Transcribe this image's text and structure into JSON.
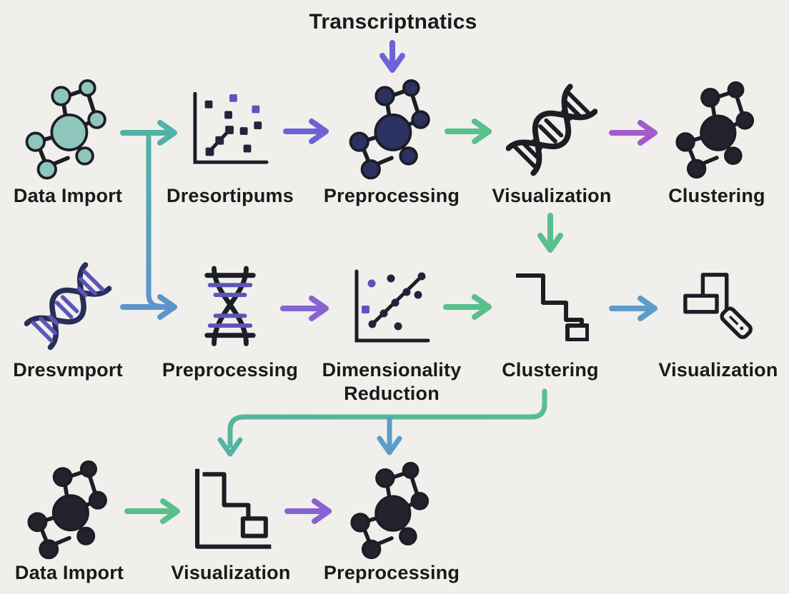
{
  "title": "Transcriptnatics",
  "colors": {
    "background": "#f0efec",
    "text": "#1a1a1a",
    "teal": "#53b1a5",
    "indigo": "#6d63d6",
    "green": "#58bf8d",
    "magenta": "#a35bc9",
    "blue": "#5d94cb",
    "steel_blue": "#5d9cc8",
    "purple": "#8763d2",
    "icon_line": "#1d1d26",
    "node_fill_teal": "#8ec6bc",
    "node_fill_navy": "#2b3160",
    "node_fill_dark": "#23232e",
    "dna_navy": "#272e58",
    "dna_rung_purple": "#5b55b8",
    "dot_dark": "#23233a",
    "dot_purple": "#5b55c0"
  },
  "rows": [
    {
      "name": "top",
      "nodes": [
        {
          "label": "Data Import",
          "icon": "molecule-network"
        },
        {
          "label": "Dresortipums",
          "icon": "scatter-plot-squares"
        },
        {
          "label": "Preprocessing",
          "icon": "molecule-network"
        },
        {
          "label": "Visualization",
          "icon": "dna-helix-diagonal"
        },
        {
          "label": "Clustering",
          "icon": "molecule-network"
        }
      ]
    },
    {
      "name": "middle",
      "nodes": [
        {
          "label": "Dresvmport",
          "icon": "dna-helix-diagonal"
        },
        {
          "label": "Preprocessing",
          "icon": "dna-helix-vertical"
        },
        {
          "label": "Dimensionality Reduction",
          "icon": "scatter-plot-line"
        },
        {
          "label": "Clustering",
          "icon": "descending-steps"
        },
        {
          "label": "Visualization",
          "icon": "frames-probe"
        }
      ]
    },
    {
      "name": "bottom",
      "nodes": [
        {
          "label": "Data Import",
          "icon": "molecule-network"
        },
        {
          "label": "Visualization",
          "icon": "step-chart-axes"
        },
        {
          "label": "Preprocessing",
          "icon": "molecule-network"
        }
      ]
    }
  ],
  "connections": [
    {
      "from": "Transcriptnatics",
      "to": "top.Preprocessing",
      "color": "indigo",
      "shape": "down-arrow"
    },
    {
      "from": "top.Data Import",
      "to": "top.Dresortipums",
      "color": "teal",
      "shape": "right-arrow"
    },
    {
      "from": "top.Data Import",
      "to": "middle.Preprocessing",
      "color": "teal-to-blue",
      "shape": "branch-curve-down"
    },
    {
      "from": "top.Dresortipums",
      "to": "top.Preprocessing",
      "color": "indigo",
      "shape": "right-arrow"
    },
    {
      "from": "top.Preprocessing",
      "to": "top.Visualization",
      "color": "green",
      "shape": "right-arrow"
    },
    {
      "from": "top.Visualization",
      "to": "top.Clustering",
      "color": "magenta",
      "shape": "right-arrow"
    },
    {
      "from": "top.Visualization",
      "to": "middle.Clustering",
      "color": "green",
      "shape": "down-arrow"
    },
    {
      "from": "middle.Dresvmport",
      "to": "middle.Preprocessing",
      "color": "blue",
      "shape": "right-arrow"
    },
    {
      "from": "middle.Preprocessing",
      "to": "middle.Dimensionality Reduction",
      "color": "purple",
      "shape": "right-arrow"
    },
    {
      "from": "middle.Dimensionality Reduction",
      "to": "middle.Clustering",
      "color": "green",
      "shape": "right-arrow"
    },
    {
      "from": "middle.Clustering",
      "to": "middle.Visualization",
      "color": "steel_blue",
      "shape": "right-arrow"
    },
    {
      "from": "middle.Clustering",
      "to": "bottom.Visualization",
      "color": "green-to-teal",
      "shape": "curve-down-left"
    },
    {
      "from": "middle.Clustering",
      "to": "bottom.Preprocessing",
      "color": "steel_blue",
      "shape": "branch-down-arrow"
    },
    {
      "from": "bottom.Data Import",
      "to": "bottom.Visualization",
      "color": "green",
      "shape": "right-arrow"
    },
    {
      "from": "bottom.Visualization",
      "to": "bottom.Preprocessing",
      "color": "purple",
      "shape": "right-arrow"
    }
  ]
}
